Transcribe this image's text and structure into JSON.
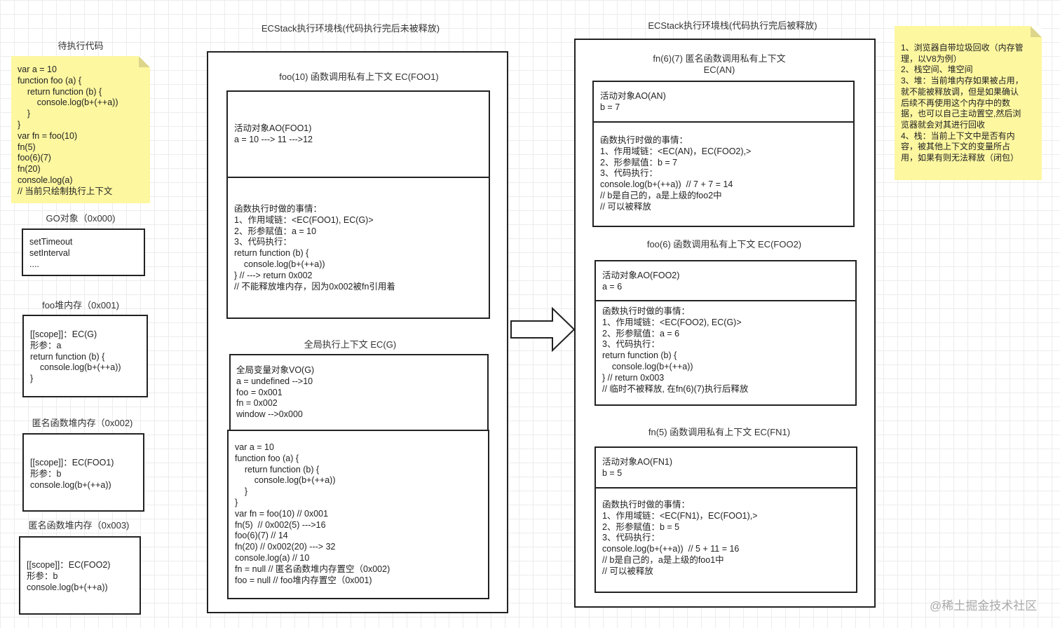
{
  "code_panel": {
    "title": "待执行代码",
    "code": "var a = 10\nfunction foo (a) {\n    return function (b) {\n        console.log(b+(++a))\n    }\n}\nvar fn = foo(10)\nfn(5)\nfoo(6)(7)\nfn(20)\nconsole.log(a)\n// 当前只绘制执行上下文"
  },
  "heap": {
    "go": {
      "title": "GO对象（0x000)",
      "content": "setTimeout\nsetInterval\n...."
    },
    "foo": {
      "title": "foo堆内存（0x001)",
      "content": "[[scope]]：EC(G)\n形参：a\nreturn function (b) {\n    console.log(b+(++a))\n}"
    },
    "anon1": {
      "title": "匿名函数堆内存（0x002)",
      "content": "[[scope]]：EC(FOO1)\n形参：b\nconsole.log(b+(++a))"
    },
    "anon2": {
      "title": "匿名函数堆内存（0x003)",
      "content": "[[scope]]：EC(FOO2)\n形参：b\nconsole.log(b+(++a))"
    }
  },
  "stack1": {
    "title": "ECStack执行环境栈(代码执行完后未被释放)",
    "foo1": {
      "title": "foo(10) 函数调用私有上下文 EC(FOO1)",
      "ao": "活动对象AO(FOO1)\na = 10 ---> 11 --->12",
      "work": "函数执行时做的事情：\n1、作用域链：<EC(FOO1), EC(G)>\n2、形参赋值：a = 10\n3、代码执行：\nreturn function (b) {\n    console.log(b+(++a))\n} // ---> return 0x002\n// 不能释放堆内存，因为0x002被fn引用着"
    },
    "global": {
      "title": "全局执行上下文 EC(G)",
      "vo": "全局变量对象VO(G)\na = undefined -->10\nfoo = 0x001\nfn = 0x002\nwindow -->0x000",
      "code": "var a = 10\nfunction foo (a) {\n    return function (b) {\n        console.log(b+(++a))\n    }\n}\nvar fn = foo(10) // 0x001\nfn(5)  // 0x002(5) --->16\nfoo(6)(7) // 14\nfn(20) // 0x002(20) ---> 32\nconsole.log(a) // 10\nfn = null // 匿名函数堆内存置空（0x002)\nfoo = null // foo堆内存置空（0x001)"
    }
  },
  "stack2": {
    "title": "ECStack执行环境栈(代码执行完后被释放)",
    "an": {
      "title": "fn(6)(7) 匿名函数调用私有上下文\nEC(AN)",
      "ao": "活动对象AO(AN)\nb = 7",
      "work": "函数执行时做的事情：\n1、作用域链：<EC(AN)，EC(FOO2),>\n2、形参赋值：b = 7\n3、代码执行：\nconsole.log(b+(++a))  // 7 + 7 = 14\n// b是自己的，a是上级的foo2中\n// 可以被释放"
    },
    "foo2": {
      "title": "foo(6) 函数调用私有上下文 EC(FOO2)",
      "ao": "活动对象AO(FOO2)\na = 6",
      "work": "函数执行时做的事情：\n1、作用域链：<EC(FOO2), EC(G)>\n2、形参赋值：a = 6\n3、代码执行：\nreturn function (b) {\n    console.log(b+(++a))\n} // return 0x003\n// 临时不被释放, 在fn(6)(7)执行后释放"
    },
    "fn1": {
      "title": "fn(5) 函数调用私有上下文 EC(FN1)",
      "ao": "活动对象AO(FN1)\nb = 5",
      "work": "函数执行时做的事情：\n1、作用域链：<EC(FN1)，EC(FOO1),>\n2、形参赋值：b = 5\n3、代码执行：\nconsole.log(b+(++a))  // 5 + 11 = 16\n// b是自己的，a是上级的foo1中\n// 可以被释放"
    }
  },
  "notes": {
    "gc": "1、浏览器自带垃圾回收（内存管\n理，以V8为例）\n2、栈空间、堆空间\n3、堆：当前堆内存如果被占用，\n就不能被释放调，但是如果确认\n后续不再使用这个内存中的数\n据，也可以自己主动置空,然后浏\n览器就会对其进行回收\n4、栈：当前上下文中是否有内\n容，被其他上下文的变量所占\n用，如果有则无法释放（闭包）"
  },
  "watermark": "@稀土掘金技术社区"
}
